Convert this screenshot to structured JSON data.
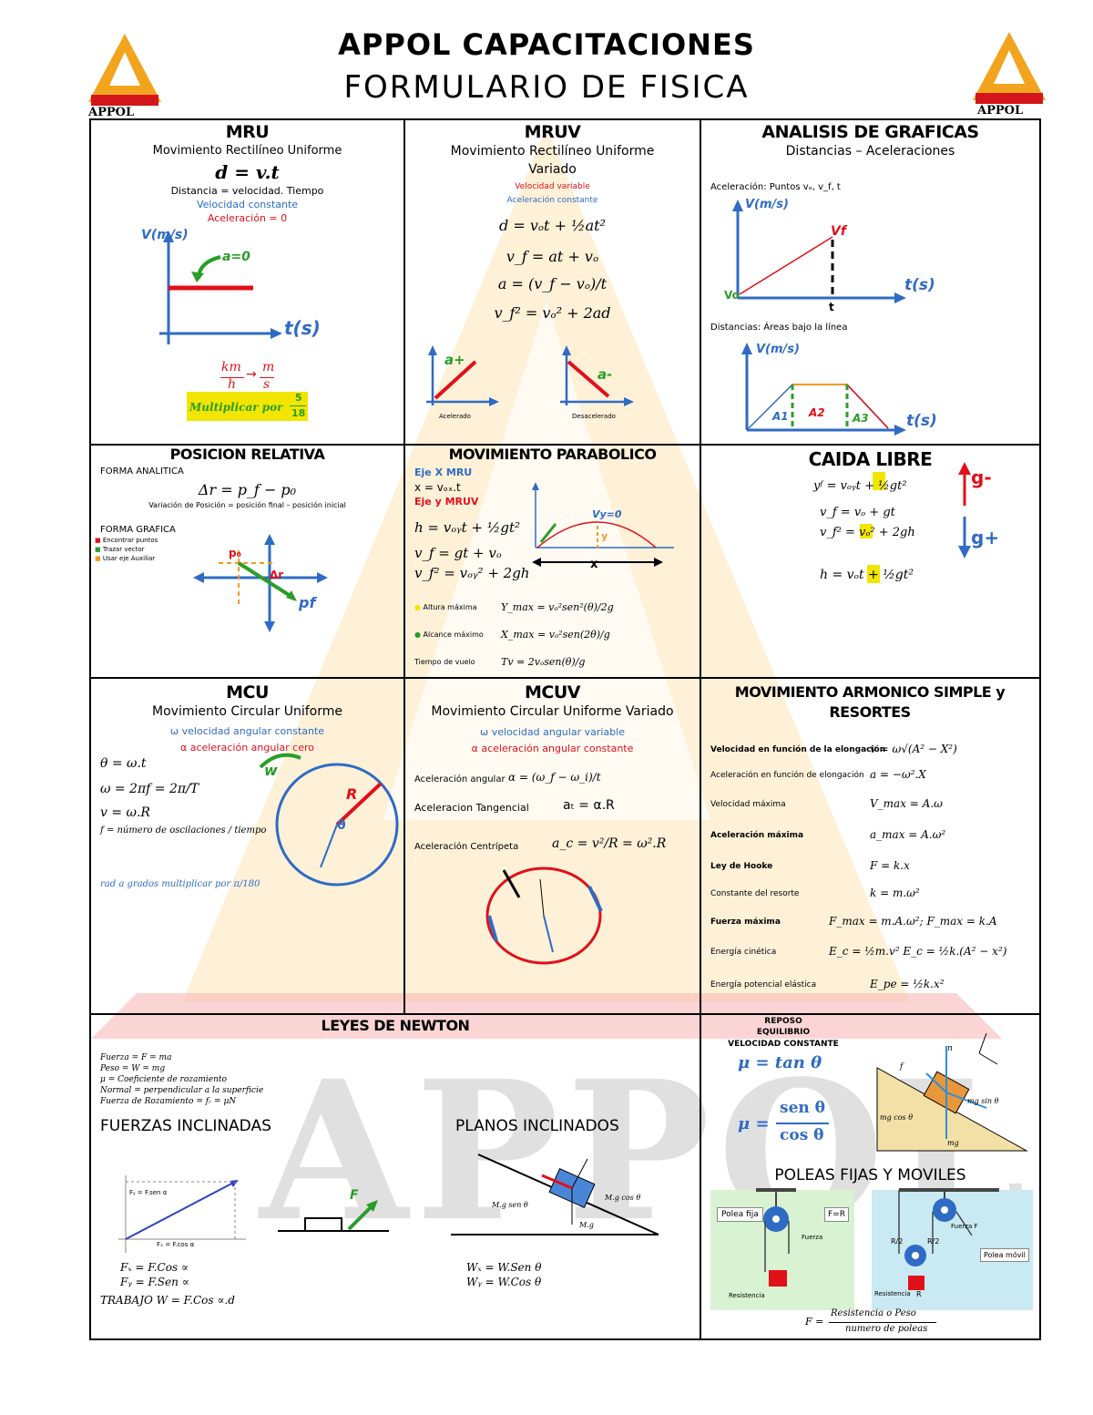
{
  "header": {
    "title": "APPOL CAPACITACIONES",
    "subtitle": "FORMULARIO DE FISICA",
    "logo_left_text": "APPOL",
    "logo_right_text": "APPOL",
    "watermark": "APPOL"
  },
  "mru": {
    "title": "MRU",
    "subtitle": "Movimiento Rectilíneo Uniforme",
    "formula": "d = v.t",
    "desc": "Distancia = velocidad. Tiempo",
    "note1": "Velocidad constante",
    "note2": "Aceleración = 0",
    "graph_y": "V(m/s)",
    "graph_x": "t(s)",
    "graph_label": "a=0",
    "conv_num": "km",
    "conv_den": "h",
    "conv_num2": "m",
    "conv_den2": "s",
    "mult": "Multiplicar por",
    "mult_num": "5",
    "mult_den": "18"
  },
  "mruv": {
    "title": "MRUV",
    "subtitle1": "Movimiento Rectilíneo Uniforme",
    "subtitle2": "Variado",
    "note1": "Velocidad variable",
    "note2": "Aceleración constante",
    "f1": "d = vₒt + ½at²",
    "f2": "v_f = at + vₒ",
    "f3": "a = (v_f − vₒ)/t",
    "f4": "v_f² = vₒ² + 2ad",
    "g1_label": "a+",
    "g1_caption": "Acelerado",
    "g2_label": "a-",
    "g2_caption": "Desacelerado"
  },
  "graficas": {
    "title": "ANALISIS DE GRAFICAS",
    "subtitle": "Distancias – Aceleraciones",
    "note1": "Aceleración: Puntos vₒ, v_f, t",
    "y1": "V(m/s)",
    "x1": "t(s)",
    "vo": "Vo",
    "vf": "Vf",
    "t": "t",
    "note2": "Distancias: Áreas bajo la línea",
    "y2": "V(m/s)",
    "x2": "t(s)",
    "a1": "A1",
    "a2": "A2",
    "a3": "A3"
  },
  "posicion": {
    "title": "POSICION RELATIVA",
    "analitica": "FORMA ANALITICA",
    "formula": "Δr = p_f − p₀",
    "desc": "Variación de Posición = posición final – posición inicial",
    "grafica": "FORMA GRAFICA",
    "items": [
      "Encontrar puntos",
      "Trazar vector",
      "Usar eje Auxiliar"
    ],
    "p0": "p₀",
    "dr": "Δr",
    "pf": "pf"
  },
  "parabolico": {
    "title": "MOVIMIENTO PARABOLICO",
    "ejex": "Eje X MRU",
    "fx": "x = vₒₓ.t",
    "ejey": "Eje y MRUV",
    "f1": "h = vₒᵧt + ½gt²",
    "f2": "v_f = gt + vₒ",
    "f3": "v_f² = vₒᵧ² + 2gh",
    "vel_label": "Vy=0",
    "x_label": "x",
    "y_label": "y",
    "items": [
      {
        "label": "Altura máxima",
        "formula": "Y_max = vₒ²sen²(θ)/2g"
      },
      {
        "label": "Alcance máximo",
        "formula": "X_max = vₒ²sen(2θ)/g"
      },
      {
        "label": "Tiempo de vuelo",
        "formula": "Tv = 2vₒsen(θ)/g"
      }
    ]
  },
  "caida": {
    "title": "CAIDA LIBRE",
    "f1": "yᶠ = vₒᵧt + ½gt²",
    "f2": "v_f = vₒ + gt",
    "f3": "v_f² = vₒ² + 2gh",
    "f4": "h = vₒt + ½gt²",
    "g_up": "g-",
    "g_down": "g+"
  },
  "mcu": {
    "title": "MCU",
    "subtitle": "Movimiento Circular Uniforme",
    "note1": "ω velocidad angular constante",
    "note2": "α aceleración angular cero",
    "f1": "θ = ω.t",
    "f2": "ω = 2πf = 2π/T",
    "f3": "v = ω.R",
    "f4": "f = número de oscilaciones / tiempo",
    "conv": "rad a grados multiplicar por π/180",
    "w": "w",
    "r": "R",
    "theta": "θ"
  },
  "mcuv": {
    "title": "MCUV",
    "subtitle": "Movimiento Circular Uniforme Variado",
    "note1": "ω velocidad angular variable",
    "note2": "α aceleración angular constante",
    "f1_label": "Aceleración angular",
    "f1": "α = (ω_f − ω_i)/t",
    "f2_label": "Aceleracion Tangencial",
    "f2": "aₜ = α.R",
    "f3_label": "Aceleración Centrípeta",
    "f3": "a_c = v²/R = ω².R"
  },
  "mas": {
    "title": "MOVIMIENTO ARMONICO SIMPLE y RESORTES",
    "rows": [
      {
        "label": "Velocidad en función de la elongación",
        "formula": "v = ω√(A² − X²)",
        "bold": true
      },
      {
        "label": "Aceleración en función de elongación",
        "formula": "a = −ω².X",
        "bold": false
      },
      {
        "label": "Velocidad máxima",
        "formula": "V_max = A.ω",
        "bold": false
      },
      {
        "label": "Aceleración máxima",
        "formula": "a_max = A.ω²",
        "bold": true
      },
      {
        "label": "Ley de Hooke",
        "formula": "F = k.x",
        "bold": true
      },
      {
        "label": "Constante del resorte",
        "formula": "k = m.ω²",
        "bold": false
      },
      {
        "label": "Fuerza máxima",
        "formula": "F_max = m.A.ω²;     F_max = k.A",
        "bold": true
      },
      {
        "label": "Energía cinética",
        "formula": "E_c = ½m.v²      E_c = ½k.(A² − x²)",
        "bold": false
      },
      {
        "label": "Energía potencial elástica",
        "formula": "E_pe = ½k.x²",
        "bold": false
      }
    ]
  },
  "newton": {
    "title": "LEYES DE NEWTON",
    "lines": [
      "Fuerza = F = ma",
      "Peso = W = mg",
      "μ = Coeficiente de rozamiento",
      "Normal = perpendicular a la superficie",
      "Fuerza de Rozamiento = fᵣ = μN"
    ],
    "inclinadas_title": "FUERZAS INCLINADAS",
    "planos_title": "PLANOS INCLINADOS",
    "fi1": "Fₓ = F.Cos ∝",
    "fi2": "Fᵧ = F.Sen ∝",
    "fi3": "TRABAJO W = F.Cos ∝.d",
    "pi1": "Wₓ = W.Sen θ",
    "pi2": "Wᵧ = W.Cos θ",
    "fy_label": "Fᵧ = F.sen α",
    "fx_label": "Fₓ = F.cos α",
    "f_label": "F",
    "msen": "M.g sen θ",
    "mcos": "M.g cos θ",
    "mg": "M.g"
  },
  "reposo": {
    "l1": "REPOSO",
    "l2": "EQUILIBRIO",
    "l3": "VELOCIDAD CONSTANTE",
    "f1": "μ = tan θ",
    "f2_num": "sen θ",
    "f2_den": "cos θ",
    "mu": "μ =",
    "mgcos": "mg cos θ",
    "mgsen": "mg sin θ",
    "mg": "mg",
    "n": "n",
    "f": "f"
  },
  "poleas": {
    "title": "POLEAS FIJAS Y MOVILES",
    "fija": "Polea fija",
    "fr": "F=R",
    "fuerza": "Fuerza",
    "resistencia": "Resistencia",
    "r2a": "R/2",
    "r2b": "R/2",
    "fuerzaF": "Fuerza F",
    "movil": "Polea móvil",
    "res2": "Resistencia",
    "r": "R",
    "formula_lhs": "F =",
    "formula_num": "Resistencia o Peso",
    "formula_den": "numero de poleas"
  },
  "colors": {
    "blue": "#2f6bc4",
    "red": "#e0101a",
    "green": "#2a9d2a",
    "yellow": "#f2e600",
    "orange": "#f29a1f"
  }
}
